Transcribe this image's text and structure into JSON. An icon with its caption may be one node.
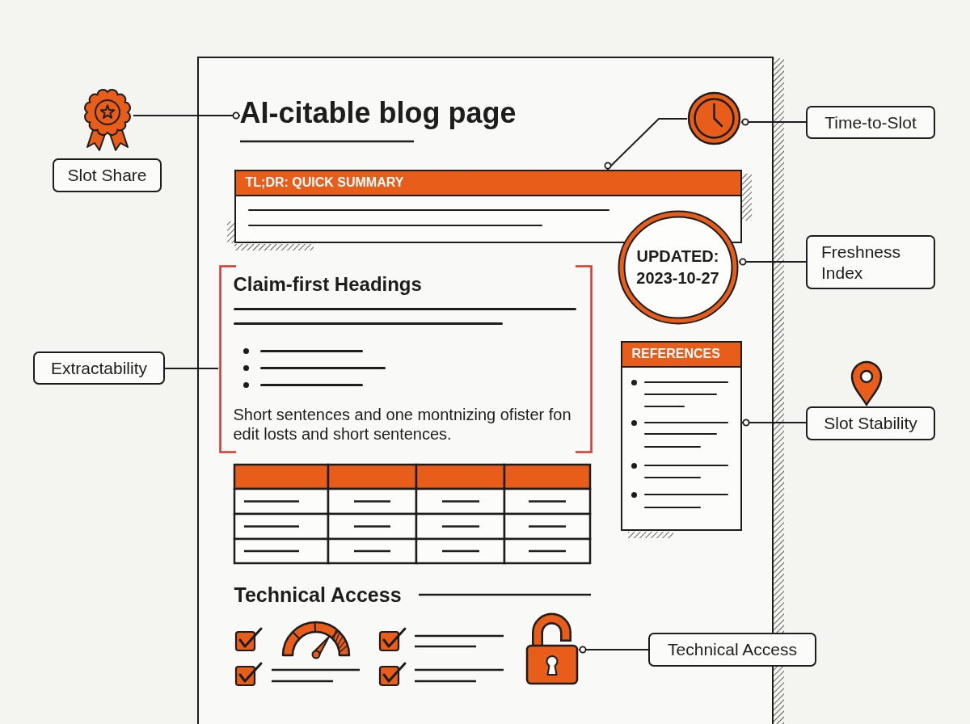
{
  "diagram": {
    "nodes": [
      {
        "text": [],
        "shape": "box"
      },
      {
        "text": [],
        "shape": "picture"
      },
      {
        "text": [
          "AI-citable blog page"
        ],
        "in": 0
      },
      {
        "text": [],
        "shape": "picture",
        "in": 0
      },
      {
        "text": [
          "Time-to-Slot"
        ]
      },
      {
        "text": [
          "Slot Share"
        ]
      },
      {
        "text": [
          "TL;DR: QUICK SUMMARY"
        ],
        "in": 0
      },
      {
        "text": [
          "UPDATED: 2023-10-27"
        ],
        "in": 0
      },
      {
        "text": [
          "Freshness Index"
        ]
      },
      {
        "text": [
          "Claim-first Headings",
          "Short sentences and one montnizing ofister fon edit losts and short sentences."
        ],
        "in": 0
      },
      {
        "text": [
          "Extractability"
        ]
      },
      {
        "text": [
          "REFERENCES"
        ],
        "in": 0
      },
      {
        "text": [
          "Slot Stability"
        ]
      },
      {
        "text": [],
        "shape": "picture",
        "in": 0
      },
      {
        "text": [
          "Technical Access"
        ]
      }
    ],
    "edges": [
      {
        "from": 1,
        "to": 2,
        "arrow": "other"
      },
      {
        "from": 3,
        "to": 6,
        "arrow": "other"
      },
      {
        "from": 4,
        "to": 3,
        "arrow": "other"
      },
      {
        "from": 8,
        "to": 7,
        "arrow": "other"
      },
      {
        "from": 10,
        "to": 9,
        "arrow": "none"
      },
      {
        "from": 12,
        "to": 11,
        "arrow": "other"
      },
      {
        "from": 14,
        "to": 13,
        "arrow": "other"
      }
    ],
    "labels": [
      "Technical Access"
    ]
  }
}
